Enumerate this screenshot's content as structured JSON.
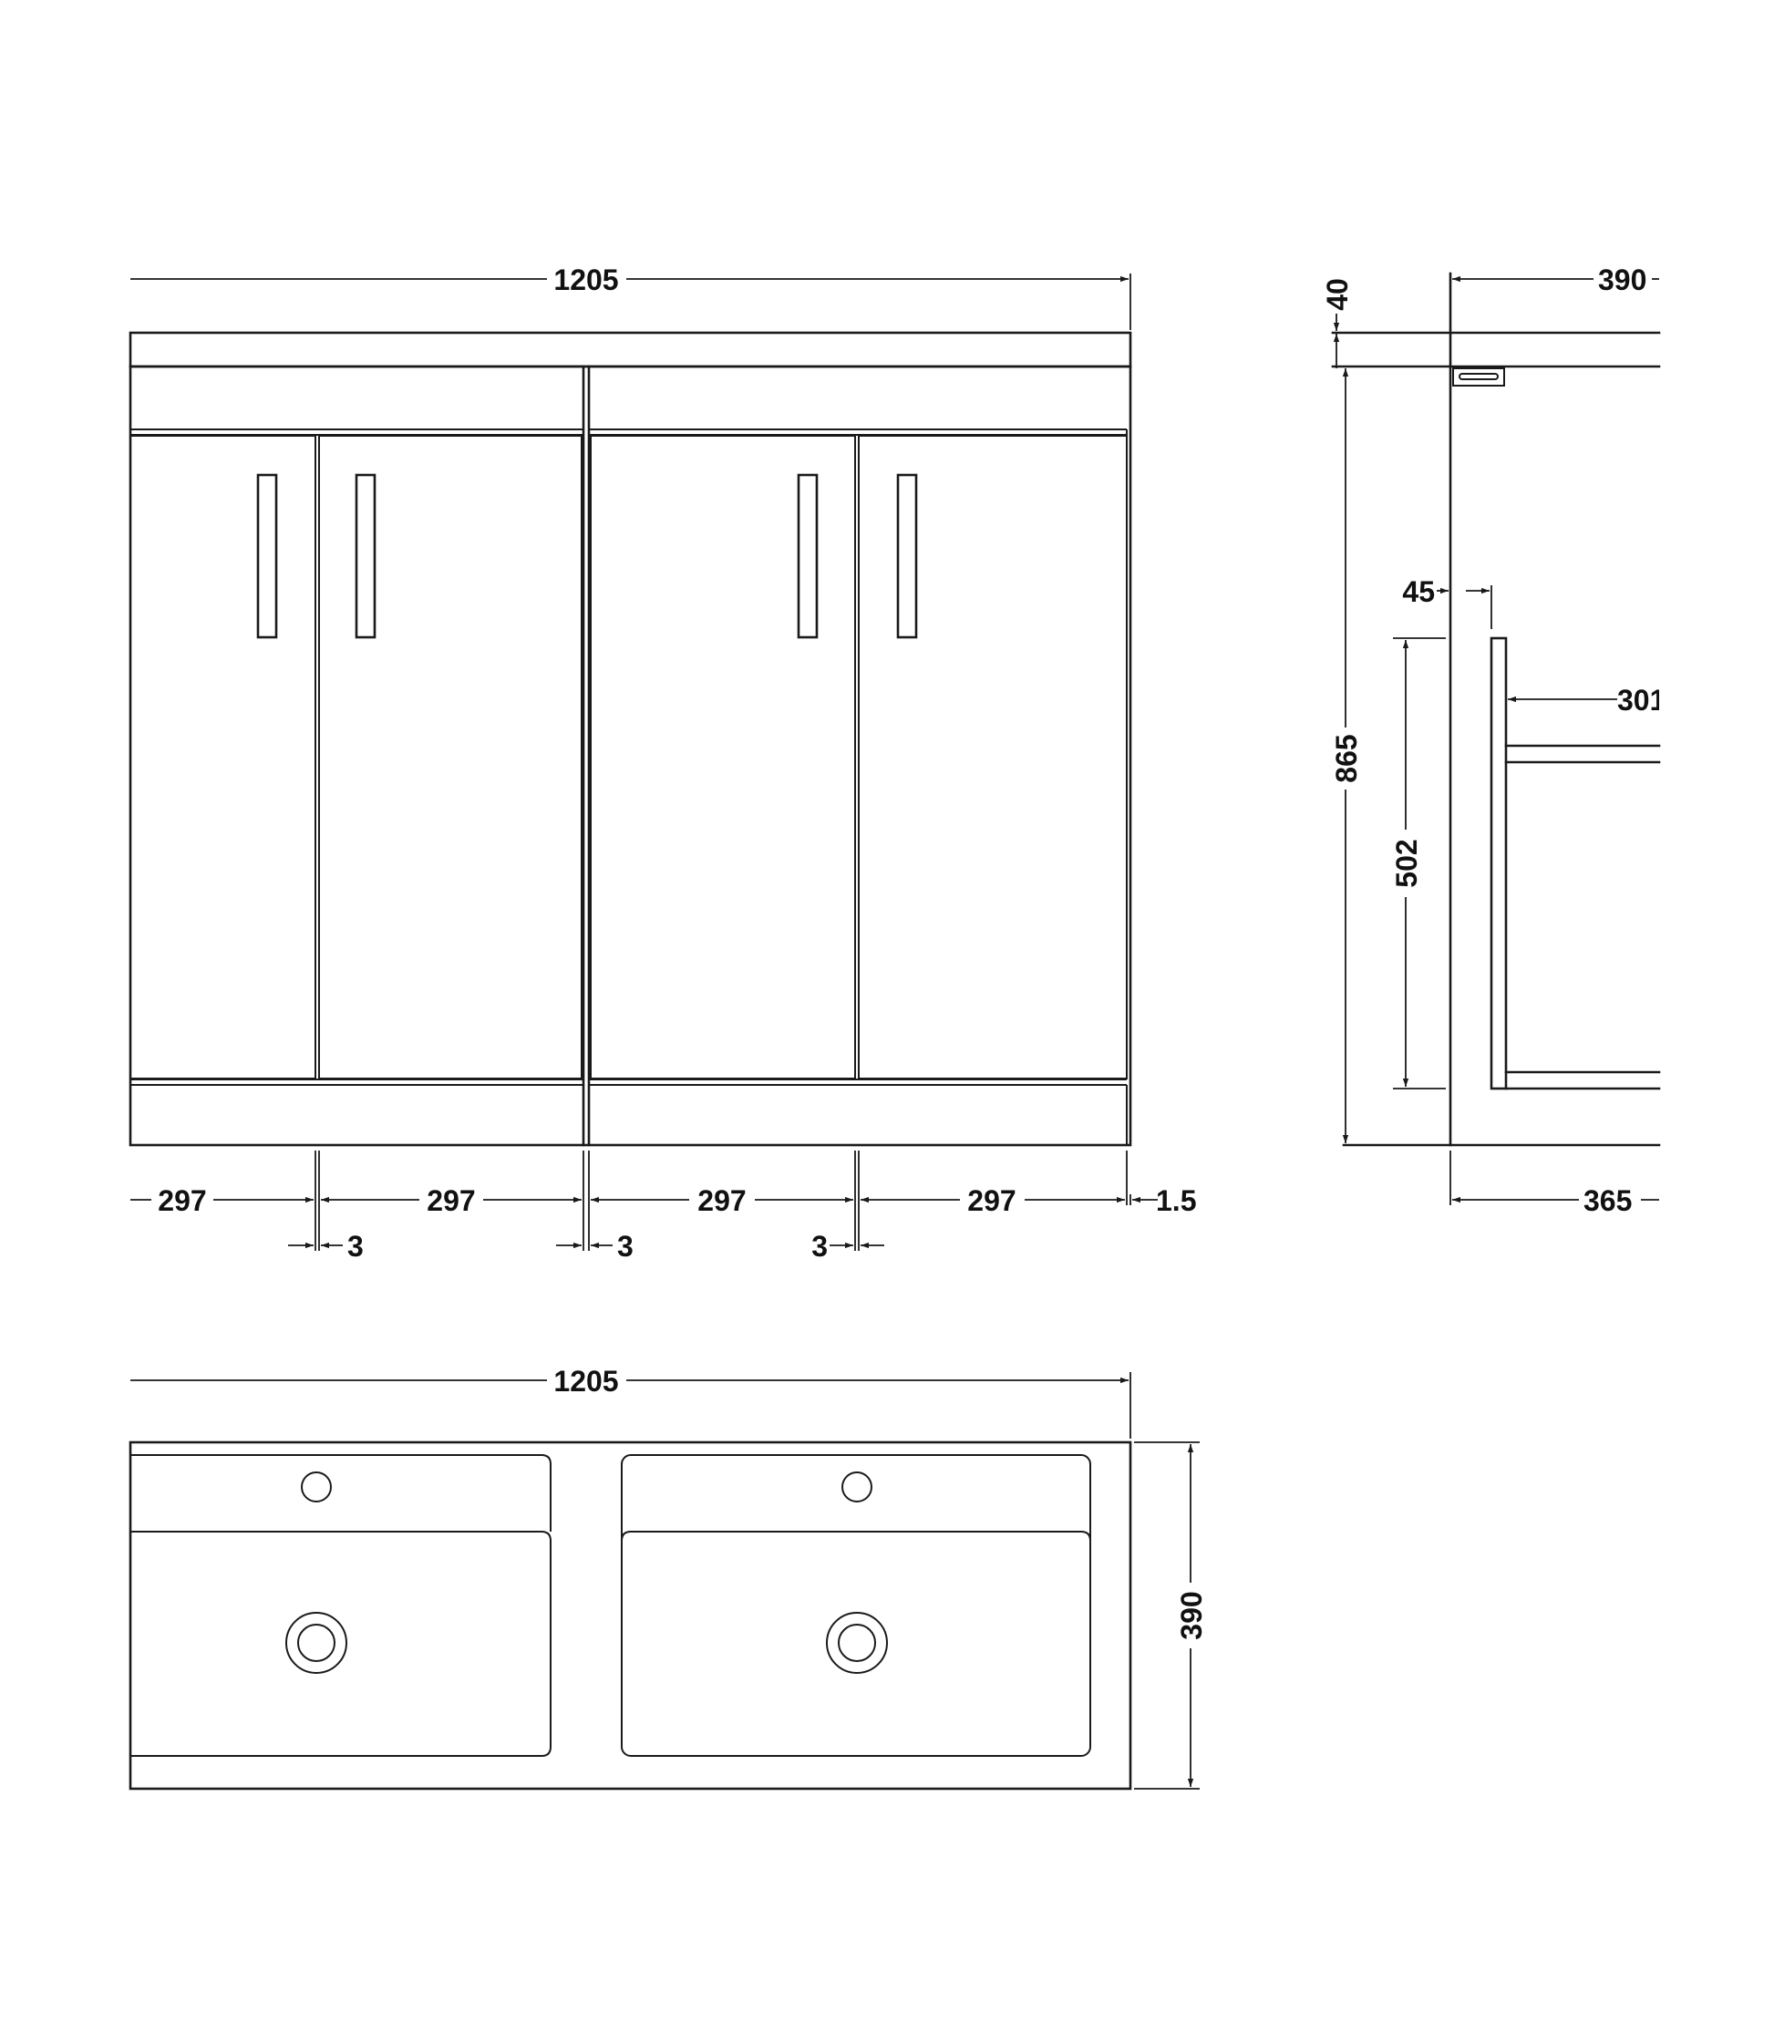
{
  "colors": {
    "line": "#1a1a1a",
    "text": "#111111",
    "background": "#ffffff"
  },
  "front_view": {
    "overall_width": "1205",
    "door_widths": [
      "297",
      "297",
      "297",
      "297"
    ],
    "gaps": [
      "3",
      "3",
      "3"
    ],
    "end_offset": "1.5"
  },
  "side_view": {
    "depth_top": "390",
    "top_thickness": "40",
    "height": "865",
    "back_offset": "45",
    "leg_height": "502",
    "shelf_depth": "301",
    "depth_base": "365"
  },
  "plan_view": {
    "overall_width": "1205",
    "depth": "390"
  }
}
